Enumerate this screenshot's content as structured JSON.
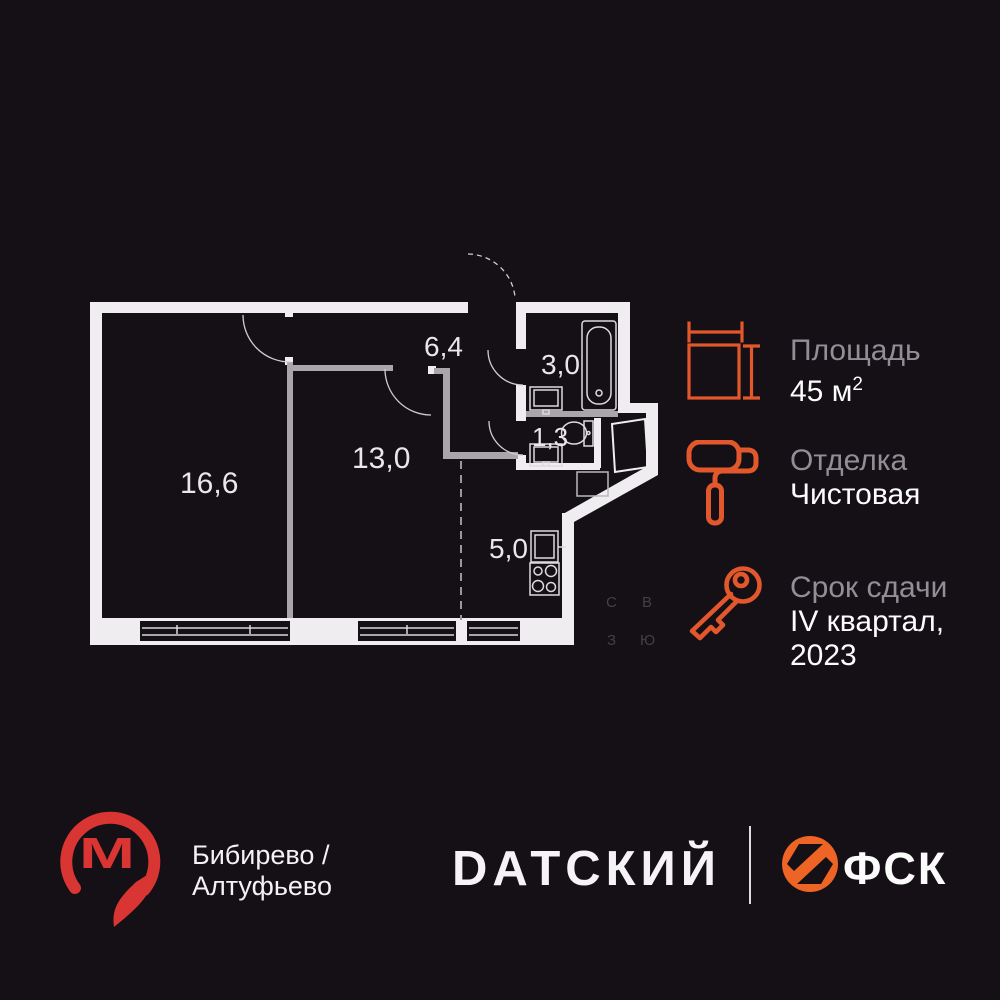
{
  "colors": {
    "background": "#141016",
    "outer_wall": "#EFEDEF",
    "inner_wall": "#A9A5A9",
    "fixture_line": "#DDDBDD",
    "accent_orange": "#E2572C",
    "metro_red": "#D93532",
    "fsk_orange": "#EE6424",
    "label_gray": "#918F96",
    "text_white": "#FCFCFC"
  },
  "floorplan": {
    "rooms": [
      {
        "id": "living-room",
        "area": "16,6"
      },
      {
        "id": "bedroom",
        "area": "13,0"
      },
      {
        "id": "hallway",
        "area": "6,4"
      },
      {
        "id": "bathroom",
        "area": "3,0"
      },
      {
        "id": "wc",
        "area": "1,3"
      },
      {
        "id": "kitchen",
        "area": "5,0"
      }
    ],
    "compass": {
      "north": "С",
      "east": "В",
      "west": "З",
      "south": "Ю"
    }
  },
  "specs": [
    {
      "icon": "area-icon",
      "label": "Площадь",
      "value": "45 м",
      "value_sup": "2"
    },
    {
      "icon": "paint-roller-icon",
      "label": "Отделка",
      "value": "Чистовая"
    },
    {
      "icon": "key-icon",
      "label": "Срок сдачи",
      "value": "IV квартал,",
      "value_line2": "2023"
    }
  ],
  "footer": {
    "metro_letter": "М",
    "station_line1": "Бибирево /",
    "station_line2": "Алтуфьево",
    "project_name": "DАТСКИЙ",
    "developer_name": "ФСК"
  }
}
